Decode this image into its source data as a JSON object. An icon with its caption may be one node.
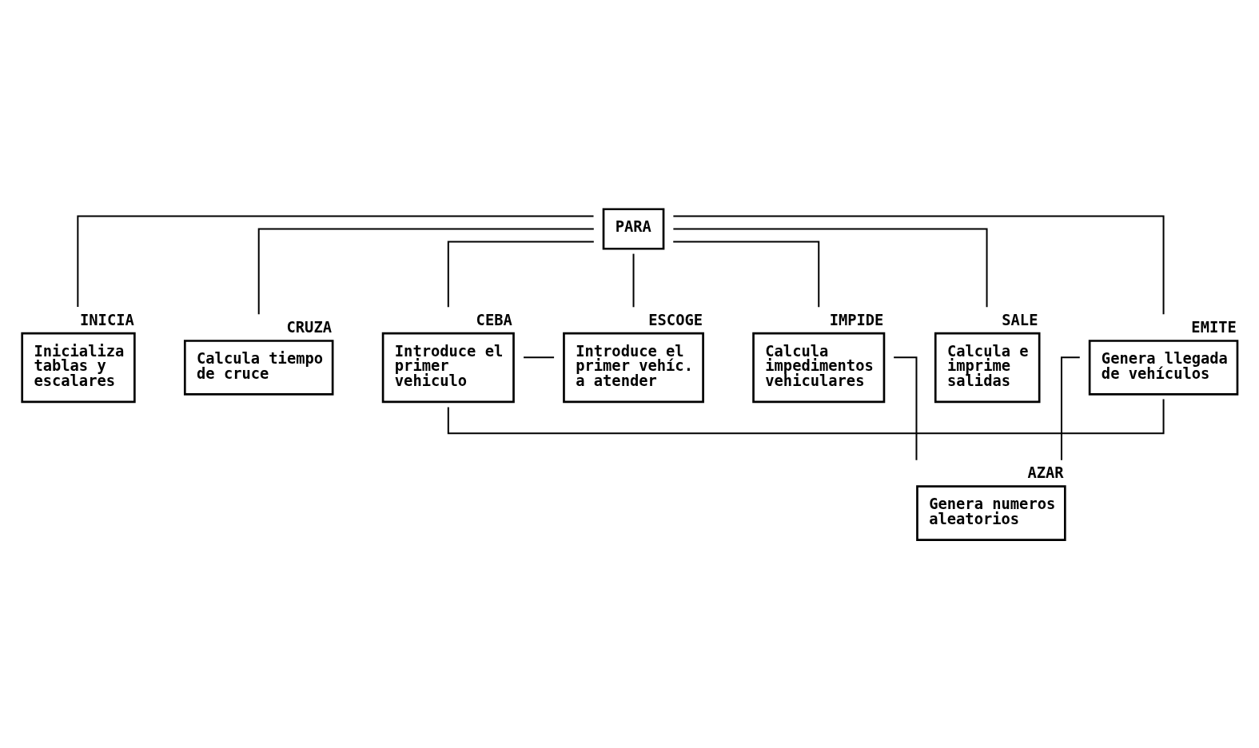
{
  "diagram": {
    "nodes": [
      {
        "text": [
          "PARA"
        ]
      },
      {
        "text": [
          "Inicializa tablas y escalares"
        ],
        "beside": [
          "INICIA"
        ]
      },
      {
        "text": [
          "Calcula tiempo de cruce"
        ],
        "beside": [
          "CRUZA"
        ]
      },
      {
        "text": [
          "Introduce el primer vehiculo"
        ],
        "beside": [
          "CEBA"
        ]
      },
      {
        "text": [
          "Introduce el primer vehíc. a atender"
        ],
        "beside": [
          "ESCOGE"
        ]
      },
      {
        "text": [
          "Calcula impedimentos vehiculares"
        ],
        "beside": [
          "IMPIDE"
        ]
      },
      {
        "text": [
          "Calcula e imprime salidas"
        ],
        "beside": [
          "SALE"
        ]
      },
      {
        "text": [
          "Genera llegada de vehículos"
        ],
        "beside": [
          "EMITE"
        ]
      },
      {
        "text": [
          "Genera numeros aleatorios"
        ],
        "beside": [
          "AZAR"
        ]
      }
    ],
    "edges": [
      {
        "from": 0,
        "to": 1,
        "arrow": "none"
      },
      {
        "from": 0,
        "to": 2,
        "arrow": "none"
      },
      {
        "from": 0,
        "to": 3,
        "arrow": "none"
      },
      {
        "from": 0,
        "to": 4,
        "arrow": "none"
      },
      {
        "from": 0,
        "to": 5,
        "arrow": "none"
      },
      {
        "from": 0,
        "to": 6,
        "arrow": "none"
      },
      {
        "from": 0,
        "to": 7,
        "arrow": "none"
      },
      {
        "from": 3,
        "to": 4,
        "arrow": "none"
      },
      {
        "from": 3,
        "to": 7,
        "arrow": "none"
      },
      {
        "from": 7,
        "to": 8,
        "arrow": "none"
      },
      {
        "from": 5,
        "to": 8,
        "arrow": "none"
      }
    ]
  }
}
